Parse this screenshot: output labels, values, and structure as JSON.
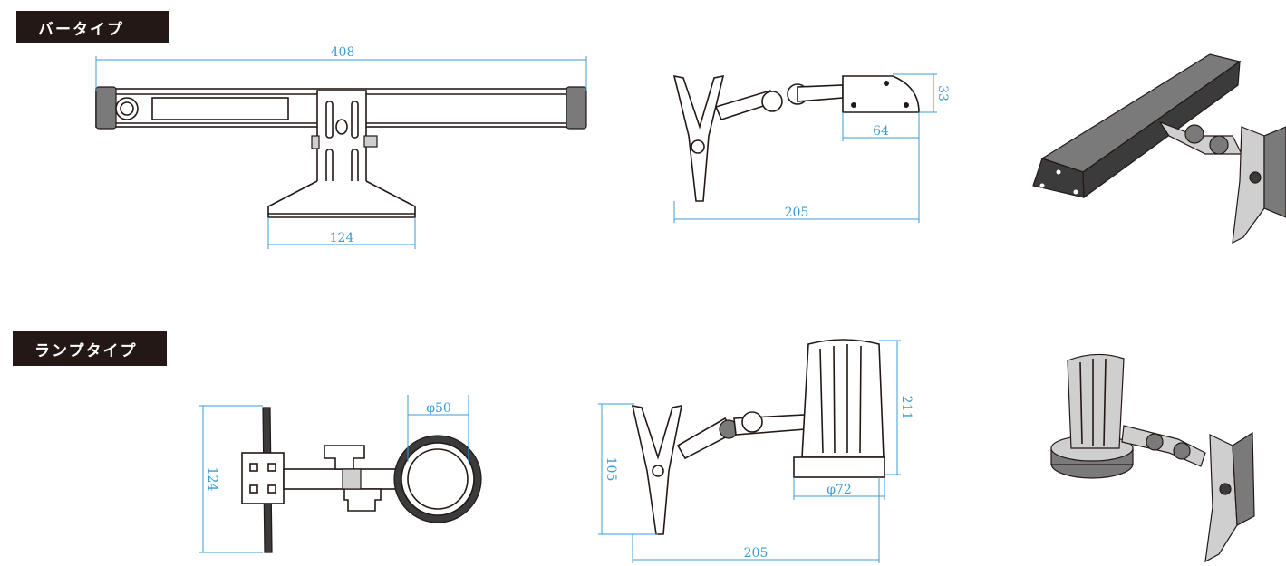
{
  "sections": {
    "bar_type": {
      "label": "バータイプ"
    },
    "lamp_type": {
      "label": "ランプタイプ"
    }
  },
  "dimensions": {
    "bar_front_width": "408",
    "bar_front_base": "124",
    "bar_side_height": "33",
    "bar_side_head": "64",
    "bar_side_total": "205",
    "lamp_front_height": "124",
    "lamp_front_diameter": "φ50",
    "lamp_side_clip": "105",
    "lamp_side_height": "211",
    "lamp_side_diameter": "φ72",
    "lamp_side_total": "205"
  },
  "colors": {
    "label_bg": "#231815",
    "dimension": "#3a9bd5",
    "line": "#231815"
  }
}
